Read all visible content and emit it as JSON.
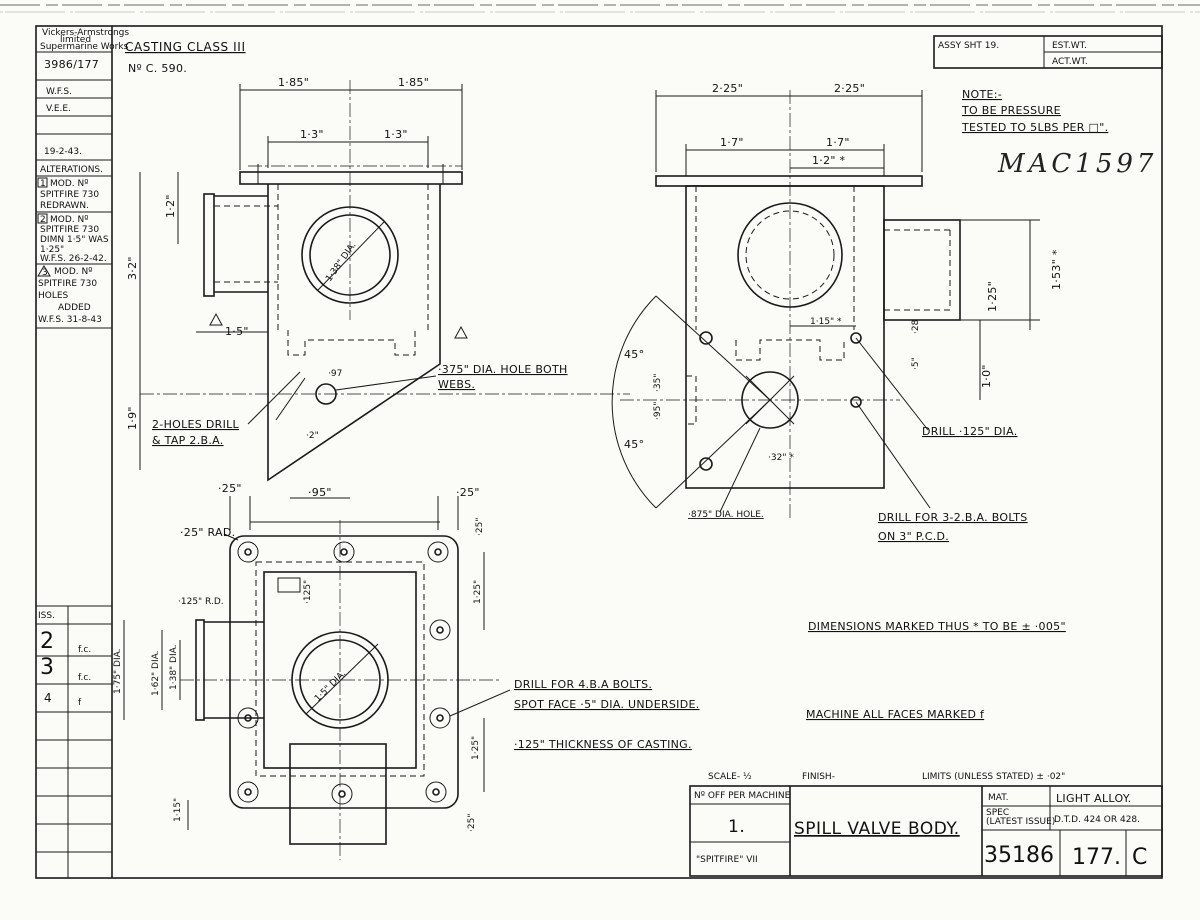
{
  "sidebar": {
    "company": [
      "Vickers-Armstrongs",
      "limited",
      "Supermarine Works"
    ],
    "drawing_no": "3986/177",
    "initials": [
      "W.F.S.",
      "V.E.E."
    ],
    "date": "19-2-43.",
    "alterations_header": "ALTERATIONS.",
    "alterations": [
      {
        "mark": "1",
        "lines": [
          "MOD. Nº",
          "SPITFIRE 730",
          "REDRAWN."
        ]
      },
      {
        "mark": "2",
        "lines": [
          "MOD. Nº",
          "SPITFIRE 730",
          "DIMN 1·5\" WAS",
          "1·25\"",
          "W.F.S. 26-2-42."
        ]
      },
      {
        "mark": "3",
        "lines": [
          "MOD. Nº",
          "SPITFIRE 730",
          "HOLES",
          "ADDED",
          "W.F.S. 31-8-43"
        ]
      }
    ],
    "issue_label": "ISS.",
    "issues": [
      {
        "no": "2",
        "initials": "f.c."
      },
      {
        "no": "3",
        "initials": "f.c."
      },
      {
        "no": "4",
        "initials": "f"
      }
    ]
  },
  "header": {
    "casting_class": "CASTING CLASS III",
    "casting_no": "Nº C. 590.",
    "assy": "ASSY SHT 19.",
    "est_wt": "EST.WT.",
    "act_wt": "ACT.WT."
  },
  "note": {
    "title": "NOTE:-",
    "line1": "TO BE PRESSURE",
    "line2": "TESTED TO 5LBS PER □\"."
  },
  "handwritten": "MAC1597",
  "dimensions": {
    "left_view": [
      "1·85\"",
      "1·85\"",
      "1·3\"",
      "1·3\"",
      "1·2\"",
      "3·2\"",
      "1·38\" DIA.",
      "1·5\"",
      "·97",
      "1·9\"",
      "·2\""
    ],
    "right_view": [
      "2·25\"",
      "2·25\"",
      "1·7\"",
      "1·7\"",
      "1·2\" *",
      "1·15\" *",
      "·28",
      "·5\"",
      "1·25\"",
      "1·53\" *",
      "1·0\"",
      "·95\"",
      "·35\"",
      "45°",
      "45°",
      "·32\" *"
    ],
    "bottom_view": [
      "·25\"",
      "·95\"",
      "·25\"",
      "·25\" RAD.",
      "·25\"",
      "·125\"",
      "1·25\"",
      "·125\" R.D.",
      "1·75\" DIA.",
      "1·62\" DIA.",
      "1·38\" DIA.",
      "1·5\" DIA.",
      "1·25\"",
      "1·15\"",
      "·25\""
    ]
  },
  "annotations": {
    "hole_both_webs": [
      "·375\" DIA. HOLE BOTH",
      "WEBS."
    ],
    "holes_drill_tap": [
      "2-HOLES DRILL",
      "& TAP 2.B.A."
    ],
    "drill_125": "DRILL ·125\" DIA.",
    "hole_875": "·875\" DIA. HOLE.",
    "drill_bolts": [
      "DRILL FOR 3-2.B.A. BOLTS",
      "ON 3\" P.C.D."
    ],
    "dimensions_marked": "DIMENSIONS MARKED THUS * TO BE ± ·005\"",
    "drill_4ba": [
      "DRILL FOR 4.B.A BOLTS.",
      "SPOT FACE ·5\" DIA. UNDERSIDE."
    ],
    "thickness": "·125\" THICKNESS OF CASTING.",
    "machine_faces": "MACHINE ALL FACES MARKED f"
  },
  "title_block": {
    "scale": "SCALE- ½",
    "finish": "FINISH-",
    "limits": "LIMITS (UNLESS STATED) ± ·02\"",
    "no_off_label": "Nº OFF PER MACHINE",
    "no_off_value": "1.",
    "aircraft": "\"SPITFIRE\" VII",
    "part_name": "SPILL VALVE BODY.",
    "mat_label": "MAT.",
    "mat_value": "LIGHT ALLOY.",
    "spec_label": [
      "SPEC",
      "(LATEST ISSUE)"
    ],
    "spec_value": "D.T.D. 424 OR 428.",
    "drawing_number": "35186",
    "sheet": "177.",
    "suffix": "C"
  }
}
